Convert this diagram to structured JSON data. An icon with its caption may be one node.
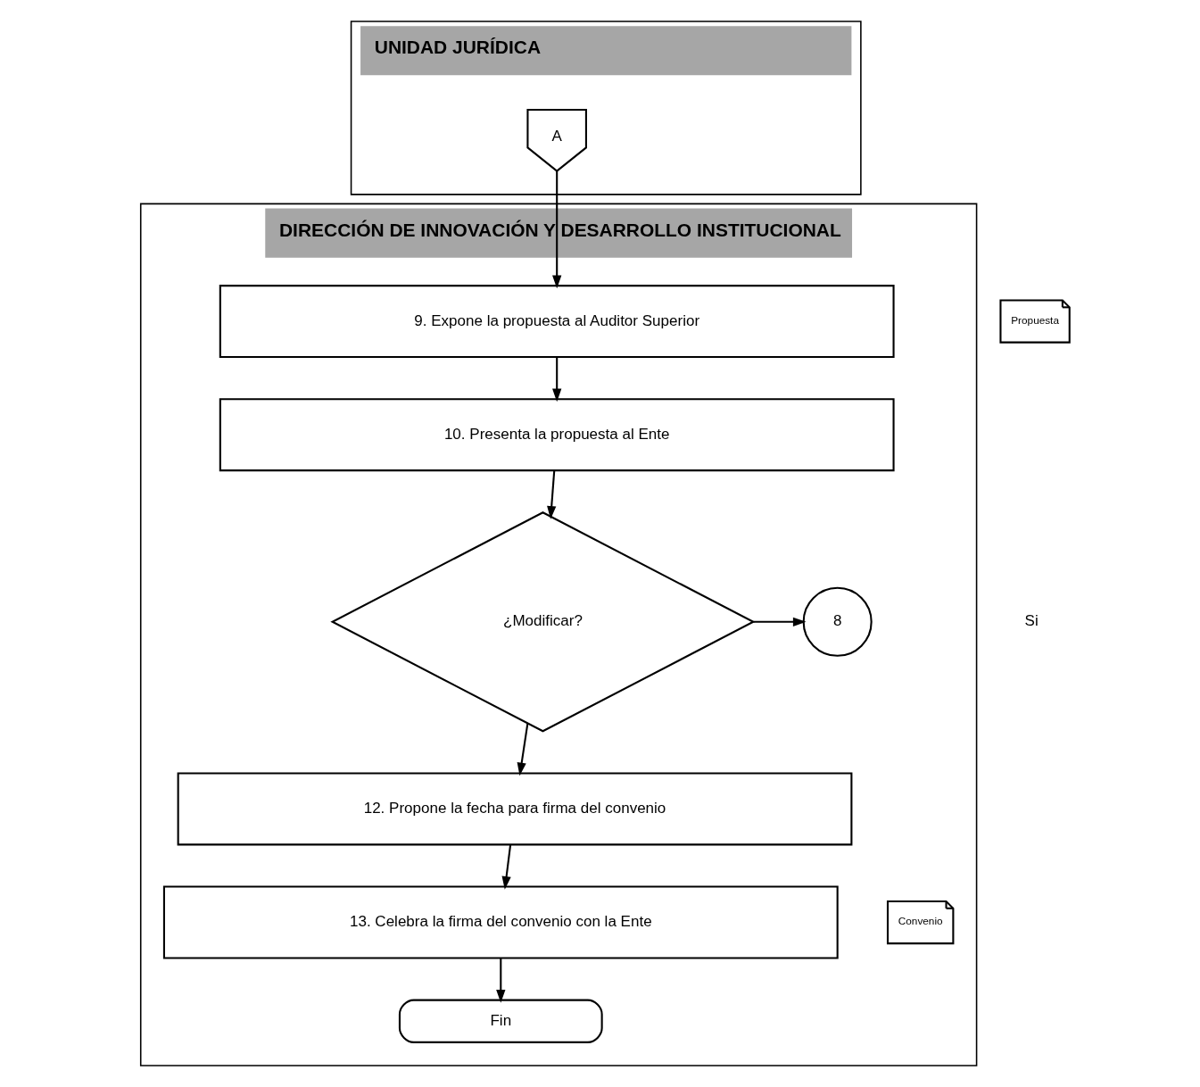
{
  "diagram": {
    "nodes": [
      {
        "text": [
          "DIRECCIÓN DE INNOVACIÓN Y DESARROLLO INSTITUCIONAL"
        ]
      },
      {
        "text": [
          "UNIDAD JURÍDICA"
        ]
      },
      {
        "text": [
          "A"
        ],
        "in": 1
      },
      {
        "text": [
          "Propuesta"
        ]
      },
      {
        "text": [
          "9. Expone la propuesta al Auditor Superior"
        ],
        "in": 0
      },
      {
        "text": [
          "10. Presenta la propuesta al Ente"
        ],
        "in": 0
      },
      {
        "text": [
          "¿Modificar?"
        ],
        "in": 0
      },
      {
        "text": [
          "8"
        ],
        "in": 0
      },
      {
        "text": [
          "12. Propone la fecha para firma del convenio"
        ],
        "in": 0
      },
      {
        "text": [
          "13. Celebra la firma del convenio con la Ente"
        ],
        "in": 0
      },
      {
        "text": [
          "Convenio"
        ],
        "in": 0
      },
      {
        "text": [
          "Fin"
        ],
        "in": 0
      }
    ],
    "edges": [
      {
        "from": 2,
        "to": 4,
        "arrow": "to"
      },
      {
        "from": 4,
        "to": 5,
        "arrow": "to"
      },
      {
        "from": 5,
        "to": 6,
        "arrow": "to"
      },
      {
        "from": 6,
        "to": 7,
        "arrow": "to"
      },
      {
        "from": 6,
        "to": 8,
        "arrow": "to"
      },
      {
        "from": 8,
        "to": 9,
        "arrow": "to"
      },
      {
        "from": 9,
        "to": 11,
        "arrow": "to"
      }
    ],
    "labels": [
      "Si"
    ]
  }
}
